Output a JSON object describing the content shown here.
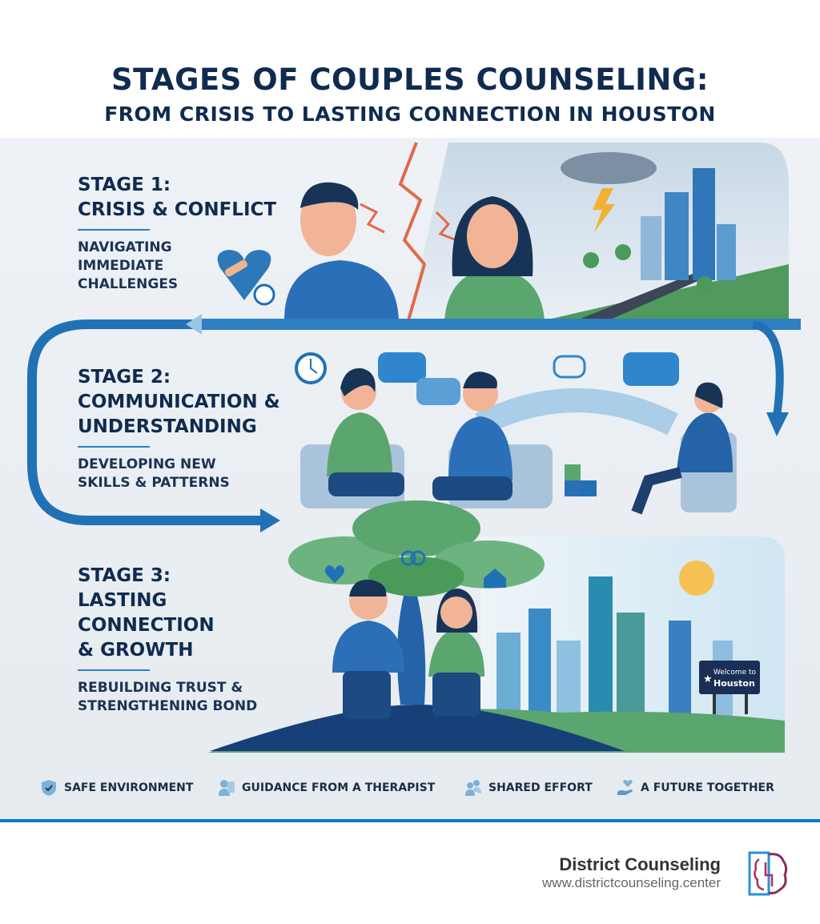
{
  "title": {
    "line1": "STAGES OF COUPLES COUNSELING:",
    "line2": "FROM CRISIS TO LASTING CONNECTION IN HOUSTON"
  },
  "stages": [
    {
      "heading_line1": "STAGE 1:",
      "heading_line2": "CRISIS & CONFLICT",
      "sub_line1": "NAVIGATING",
      "sub_line2": "IMMEDIATE",
      "sub_line3": "CHALLENGES",
      "icon": "broken-heart-bandage-clock-icon"
    },
    {
      "heading_line1": "STAGE 2:",
      "heading_line2": "COMMUNICATION &",
      "heading_line3": "UNDERSTANDING",
      "sub_line1": "DEVELOPING NEW",
      "sub_line2": "SKILLS & PATTERNS"
    },
    {
      "heading_line1": "STAGE 3:",
      "heading_line2": "LASTING",
      "heading_line3": "CONNECTION",
      "heading_line4": "& GROWTH",
      "sub_line1": "REBUILDING TRUST &",
      "sub_line2": "STRENGTHENING BOND",
      "sign_line1": "Welcome to",
      "sign_line2": "Houston"
    }
  ],
  "features": [
    {
      "label": "SAFE ENVIRONMENT",
      "icon": "shield-check-icon"
    },
    {
      "label": "GUIDANCE FROM A THERAPIST",
      "icon": "therapist-icon"
    },
    {
      "label": "SHARED EFFORT",
      "icon": "people-icon"
    },
    {
      "label": "A FUTURE TOGETHER",
      "icon": "heart-hand-icon"
    }
  ],
  "brand": {
    "name": "District Counseling",
    "url": "www.districtcounseling.center"
  },
  "colors": {
    "navy": "#0f2b4f",
    "blue": "#1f6fb5",
    "accent": "#0a78c8",
    "green": "#5aa66e",
    "lightning": "#e06a4a"
  }
}
